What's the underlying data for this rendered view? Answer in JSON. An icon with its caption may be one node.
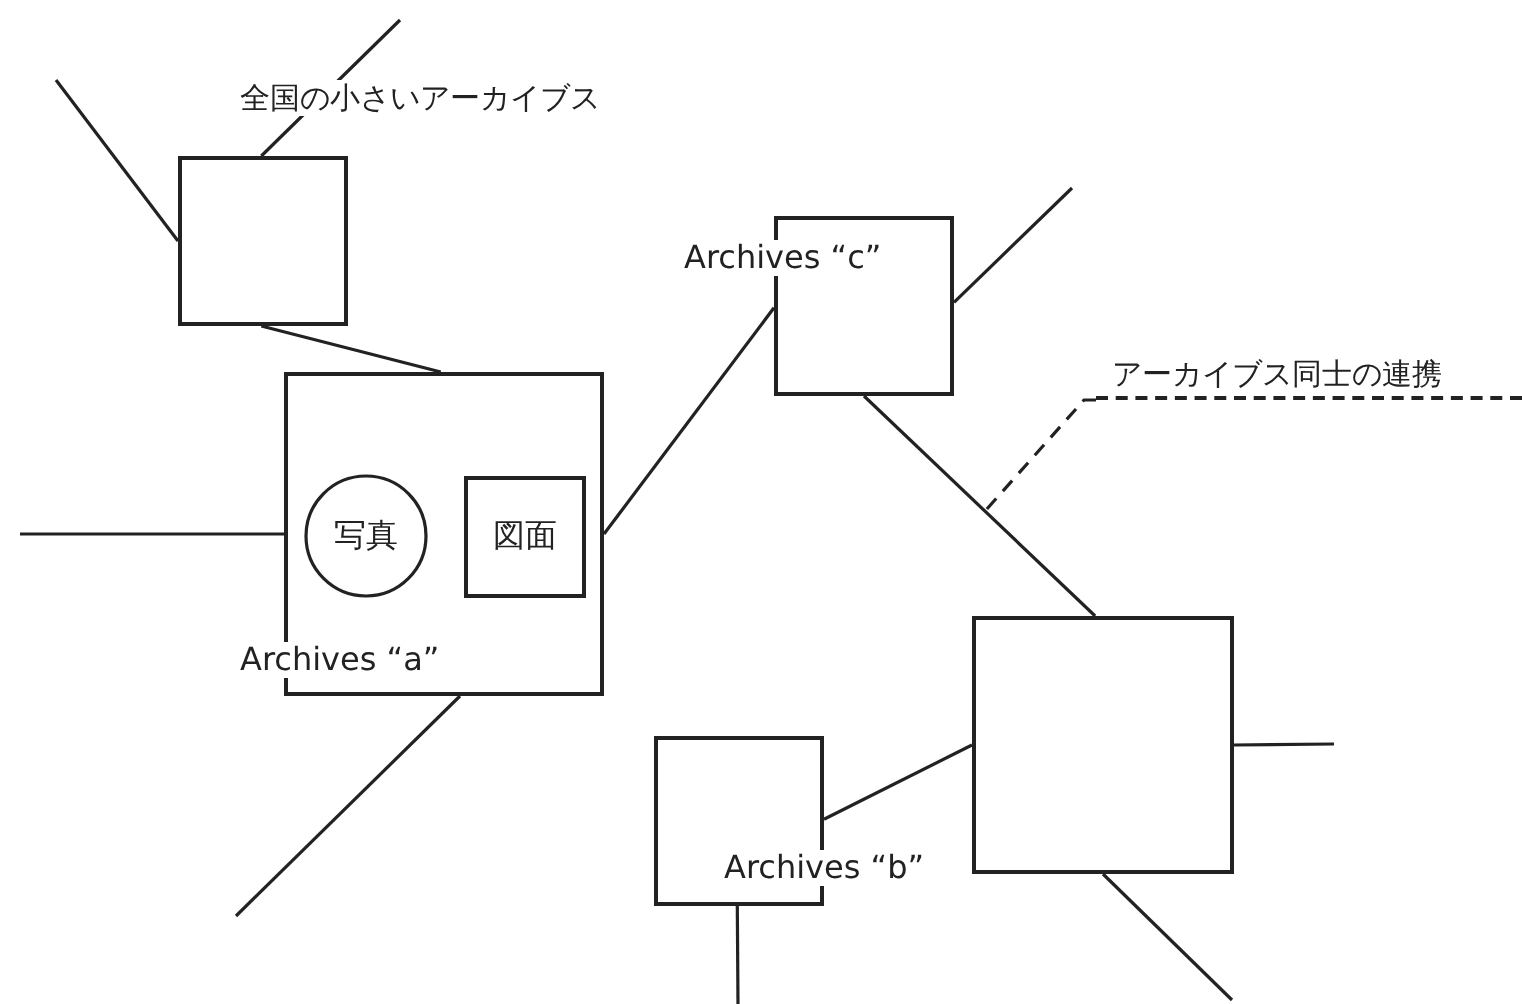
{
  "diagram": {
    "nodes": [
      {
        "text": [],
        "shape": "box"
      },
      {
        "text": [
          "Archives “a”"
        ]
      },
      {
        "text": [
          "写真"
        ],
        "in": 1
      },
      {
        "text": [
          "図面"
        ],
        "in": 1
      },
      {
        "text": [
          "Archives “c”"
        ]
      },
      {
        "text": [],
        "shape": "box"
      },
      {
        "text": [
          "Archives “b”"
        ]
      },
      {
        "text": [
          "アーカイブス同士の連携"
        ]
      }
    ],
    "edges": [
      {
        "from": null,
        "to": 0,
        "arrow": "none"
      },
      {
        "from": null,
        "to": 0,
        "arrow": "none"
      },
      {
        "from": 0,
        "to": 1,
        "arrow": "none"
      },
      {
        "from": null,
        "to": 1,
        "arrow": "none"
      },
      {
        "from": 1,
        "to": 4,
        "arrow": "none"
      },
      {
        "from": 4,
        "to": null,
        "arrow": "none"
      },
      {
        "from": 4,
        "to": 5,
        "arrow": "none"
      },
      {
        "from": 1,
        "to": null,
        "arrow": "none"
      },
      {
        "from": 6,
        "to": 5,
        "arrow": "none"
      },
      {
        "from": 5,
        "to": null,
        "arrow": "none"
      },
      {
        "from": 5,
        "to": null,
        "arrow": "none"
      },
      {
        "from": 6,
        "to": null,
        "arrow": "none"
      },
      {
        "from": 7,
        "to": null,
        "arrow": "none",
        "style": "dashed"
      }
    ],
    "labels": [
      "全国の小さいアーカイブス"
    ]
  }
}
